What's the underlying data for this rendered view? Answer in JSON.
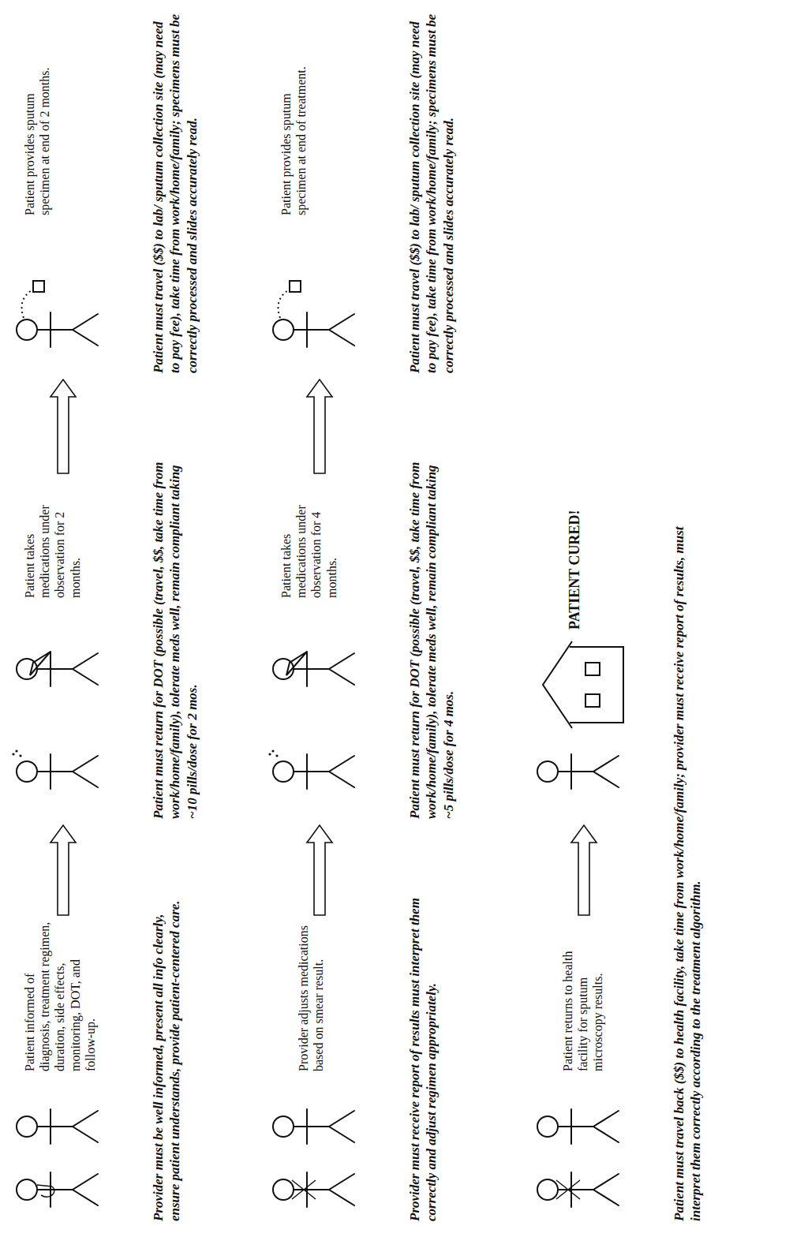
{
  "diagram": {
    "nodes": [
      {
        "text": [
          "Patient informed of diagnosis, treatment regimen, duration, side effects, monitoring, DOT, and follow-up."
        ]
      },
      {
        "text": [
          "Patient takes medications under observation for 2 months."
        ]
      },
      {
        "text": [
          "Patient provides sputum specimen at end of 2 months."
        ]
      },
      {
        "text": [
          "Provider adjusts medications based on smear result."
        ]
      },
      {
        "text": [
          "Patient takes medications under observation for 4 months."
        ]
      },
      {
        "text": [
          "Patient provides sputum specimen at end of treatment."
        ]
      },
      {
        "text": [
          "Patient returns to health facility for sputum microscopy results."
        ]
      },
      {
        "text": [
          "PATIENT CURED!"
        ]
      }
    ],
    "edges": [
      {
        "from": 0,
        "to": 1,
        "arrow": "to"
      },
      {
        "from": 1,
        "to": 2,
        "arrow": "to"
      },
      {
        "from": 3,
        "to": 4,
        "arrow": "to"
      },
      {
        "from": 4,
        "to": 5,
        "arrow": "to"
      },
      {
        "from": 6,
        "to": 7,
        "arrow": "to"
      }
    ],
    "labels": [
      "Provider must be well informed, present all info clearly, ensure patient understands, provide patient-centered care.",
      "Patient must return for DOT (possible (travel, $$, take time from work/home/family), tolerate meds well, remain compliant taking ~10 pills/dose for 2 mos.",
      "Patient must travel ($$) to lab/ sputum collection site (may need to pay fee), take time from work/home/family; specimens must be correctly processed and slides accurately read.",
      "Provider must receive report of results must interpret them correctly and adjust regimen appropriately.",
      "Patient must return for DOT (possible (travel, $$, take time from work/home/family), tolerate meds well, remain compliant taking ~5 pills/dose for 4 mos.",
      "Patient must travel ($$) to lab/ sputum collection site (may need to pay fee), take time from work/home/family; specimens must be correctly processed and slides accurately read.",
      "Patient must travel back ($$) to health facility, take time from work/home/family; provider must receive report of results, must interpret them correctly according to the treatment algorithm."
    ]
  }
}
